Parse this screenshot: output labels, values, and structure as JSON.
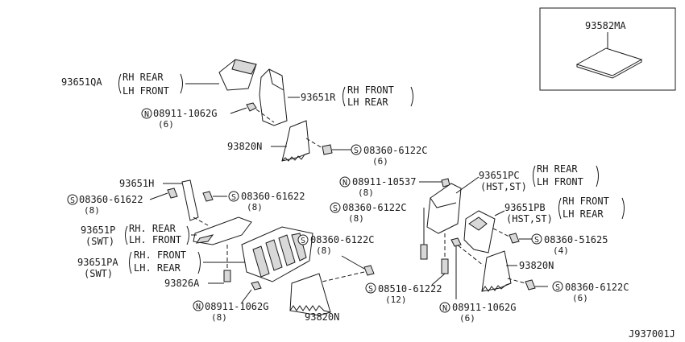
{
  "inset": {
    "part": "93582MA"
  },
  "labels": {
    "p93651QA": "93651QA",
    "p93651QA_a": "RH REAR",
    "p93651QA_b": "LH FRONT",
    "p93651R": "93651R",
    "p93651R_a": "RH FRONT",
    "p93651R_b": "LH REAR",
    "n08911_1062G_top": "08911-1062G",
    "n08911_1062G_top_q": "(6)",
    "p93820N_top": "93820N",
    "s08360_6122C_top": "08360-6122C",
    "s08360_6122C_top_q": "(6)",
    "p93651H": "93651H",
    "s08360_61622_left": "08360-61622",
    "s08360_61622_left_q": "(8)",
    "s08360_61622_mid": "08360-61622",
    "s08360_61622_mid_q": "(8)",
    "p93651P": "93651P",
    "p93651P_swt": "(SWT)",
    "p93651P_a": "RH. REAR",
    "p93651P_b": "LH. FRONT",
    "p93651PA": "93651PA",
    "p93651PA_swt": "(SWT)",
    "p93651PA_a": "RH. FRONT",
    "p93651PA_b": "LH. REAR",
    "s08360_6122C_mid": "08360-6122C",
    "s08360_6122C_mid_q": "(8)",
    "p93826A": "93826A",
    "n08911_1062G_bl": "08911-1062G",
    "n08911_1062G_bl_q": "(8)",
    "p93820N_bl": "93820N",
    "n08911_10537": "08911-10537",
    "n08911_10537_q": "(8)",
    "p93651PC": "93651PC",
    "p93651PC_hst": "(HST,ST)",
    "p93651PC_a": "RH REAR",
    "p93651PC_b": "LH FRONT",
    "s08360_6122C_r1": "08360-6122C",
    "s08360_6122C_r1_q": "(8)",
    "p93651PB": "93651PB",
    "p93651PB_hst": "(HST,ST)",
    "p93651PB_a": "RH FRONT",
    "p93651PB_b": "LH REAR",
    "s08360_51625": "08360-51625",
    "s08360_51625_q": "(4)",
    "p93820N_r": "93820N",
    "s08510_61222": "08510-61222",
    "s08510_61222_q": "(12)",
    "s08360_6122C_r2": "08360-6122C",
    "s08360_6122C_r2_q": "(6)",
    "n08911_1062G_br": "08911-1062G",
    "n08911_1062G_br_q": "(6)",
    "code": "J937001J"
  },
  "symbols": {
    "nut": "N",
    "screw": "S"
  }
}
